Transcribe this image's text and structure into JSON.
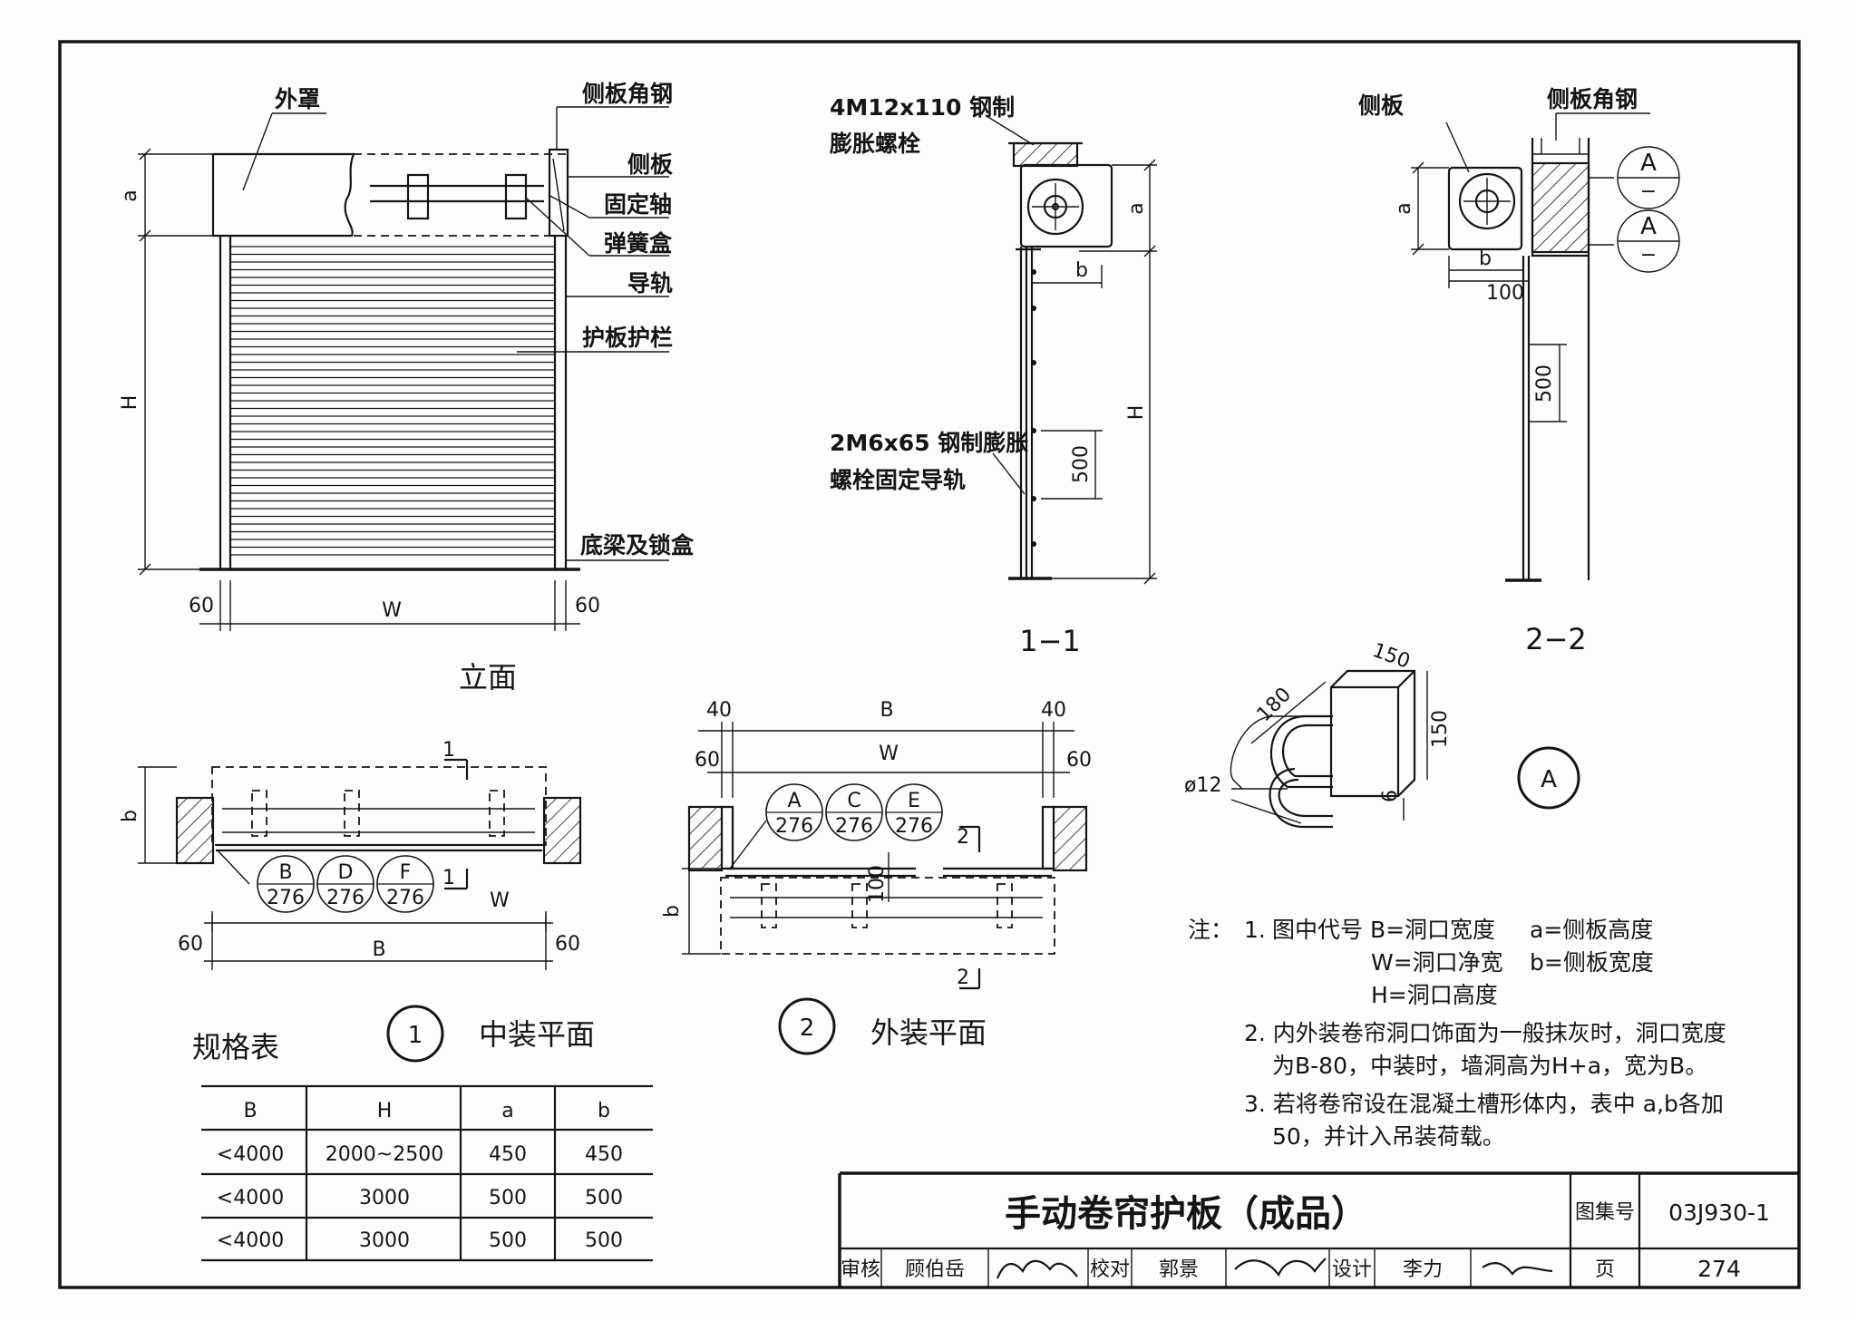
{
  "elevation": {
    "labels": {
      "cover": "外罩",
      "side_angle": "侧板角钢",
      "side_plate": "侧板",
      "shaft": "固定轴",
      "spring_box": "弹簧盒",
      "rail": "导轨",
      "guard": "护板护栏",
      "bottom_beam": "底梁及锁盒"
    },
    "dims": {
      "a": "a",
      "H": "H",
      "left": "60",
      "W": "W",
      "right": "60"
    },
    "title": "立面"
  },
  "section11": {
    "bolt_top": [
      "4M12x110 钢制",
      "膨胀螺栓"
    ],
    "bolt_rail": [
      "2M6x65 钢制膨胀",
      "螺栓固定导轨"
    ],
    "dims": {
      "a": "a",
      "b": "b",
      "H": "H",
      "d500": "500"
    },
    "title": "1−1"
  },
  "section22": {
    "side_plate": "侧板",
    "side_angle": "侧板角钢",
    "dims": {
      "a": "a",
      "b": "b",
      "d100": "100",
      "d500": "500"
    },
    "callout": {
      "letter": "A",
      "sub": "−"
    },
    "title": "2−2"
  },
  "detailA": {
    "dims": {
      "d150a": "150",
      "d150b": "150",
      "d180": "180",
      "d6": "6",
      "phi": "ø12"
    },
    "mark": "A"
  },
  "plan1": {
    "section_mark": "1",
    "dims": {
      "b": "b",
      "w": "W",
      "left": "60",
      "right": "60",
      "B": "B"
    },
    "circles": [
      {
        "letter": "B",
        "num": "276"
      },
      {
        "letter": "D",
        "num": "276"
      },
      {
        "letter": "F",
        "num": "276"
      }
    ],
    "title_num": "1",
    "title": "中装平面"
  },
  "plan2": {
    "section_mark": "2",
    "dims": {
      "l40": "40",
      "B": "B",
      "r40": "40",
      "l60": "60",
      "W": "W",
      "r60": "60",
      "b": "b",
      "d100": "100"
    },
    "circles": [
      {
        "letter": "A",
        "num": "276"
      },
      {
        "letter": "C",
        "num": "276"
      },
      {
        "letter": "E",
        "num": "276"
      }
    ],
    "title_num": "2",
    "title": "外装平面"
  },
  "spec_table": {
    "caption": "规格表",
    "headers": [
      "B",
      "H",
      "a",
      "b"
    ],
    "rows": [
      [
        "<4000",
        "2000~2500",
        "450",
        "450"
      ],
      [
        "<4000",
        "3000",
        "500",
        "500"
      ],
      [
        "<4000",
        "3000",
        "500",
        "500"
      ]
    ]
  },
  "notes": {
    "prefix": "注：",
    "n1_num": "1.",
    "n1_a": "图中代号 B=洞口宽度",
    "n1_b": "a=侧板高度",
    "n1_c": "W=洞口净宽",
    "n1_d": "b=侧板宽度",
    "n1_e": "H=洞口高度",
    "n2_a": "2. 内外装卷帘洞口饰面为一般抹灰时，洞口宽度",
    "n2_b": "为B-80，中装时，墙洞高为H+a，宽为B。",
    "n3_a": "3. 若将卷帘设在混凝土槽形体内，表中 a,b各加",
    "n3_b": "50，并计入吊装荷载。"
  },
  "title_block": {
    "title": "手动卷帘护板（成品）",
    "atlas_label": "图集号",
    "atlas_value": "03J930-1",
    "review_label": "审核",
    "review_name": "顾伯岳",
    "check_label": "校对",
    "check_name": "郭景",
    "design_label": "设计",
    "design_name": "李力",
    "page_label": "页",
    "page_value": "274"
  }
}
